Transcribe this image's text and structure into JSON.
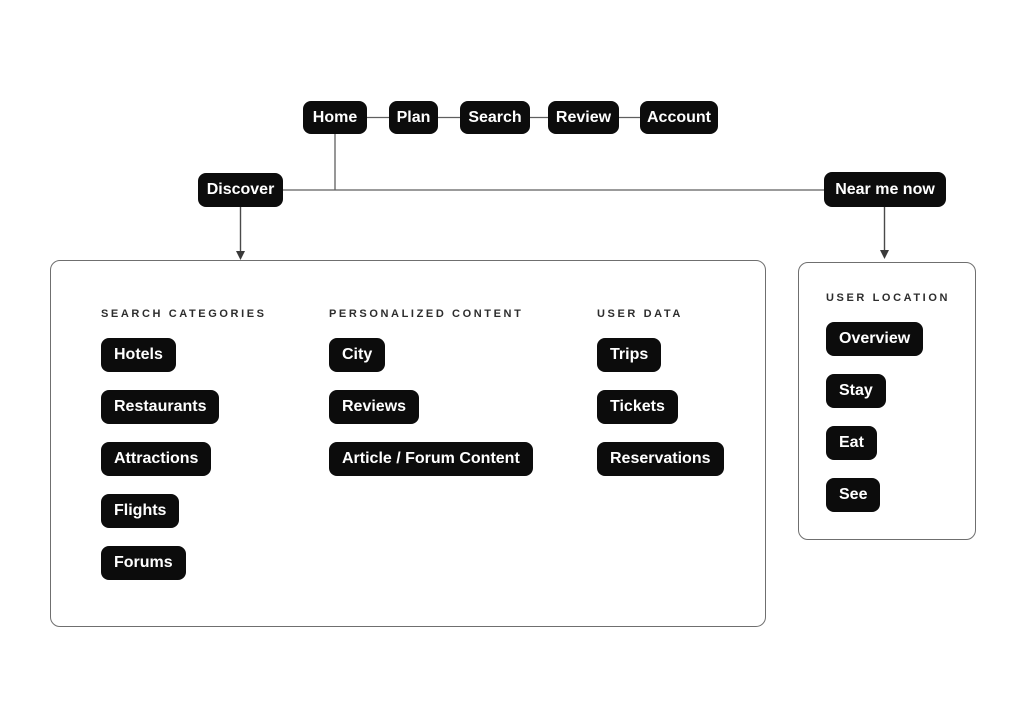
{
  "nav": {
    "items": [
      "Home",
      "Plan",
      "Search",
      "Review",
      "Account"
    ]
  },
  "secondary": {
    "discover": "Discover",
    "near_me": "Near me now"
  },
  "discover_panel": {
    "groups": [
      {
        "header": "SEARCH CATEGORIES",
        "items": [
          "Hotels",
          "Restaurants",
          "Attractions",
          "Flights",
          "Forums"
        ]
      },
      {
        "header": "PERSONALIZED CONTENT",
        "items": [
          "City",
          "Reviews",
          "Article / Forum Content"
        ]
      },
      {
        "header": "USER DATA",
        "items": [
          "Trips",
          "Tickets",
          "Reservations"
        ]
      }
    ]
  },
  "location_panel": {
    "header": "USER LOCATION",
    "items": [
      "Overview",
      "Stay",
      "Eat",
      "See"
    ]
  },
  "colors": {
    "node_background": "#0c0c0c",
    "node_text": "#ffffff",
    "connector_line": "#5f5f5f",
    "panel_border": "#6f6f6f",
    "group_header_text": "#2d2d2d",
    "background": "#ffffff"
  }
}
